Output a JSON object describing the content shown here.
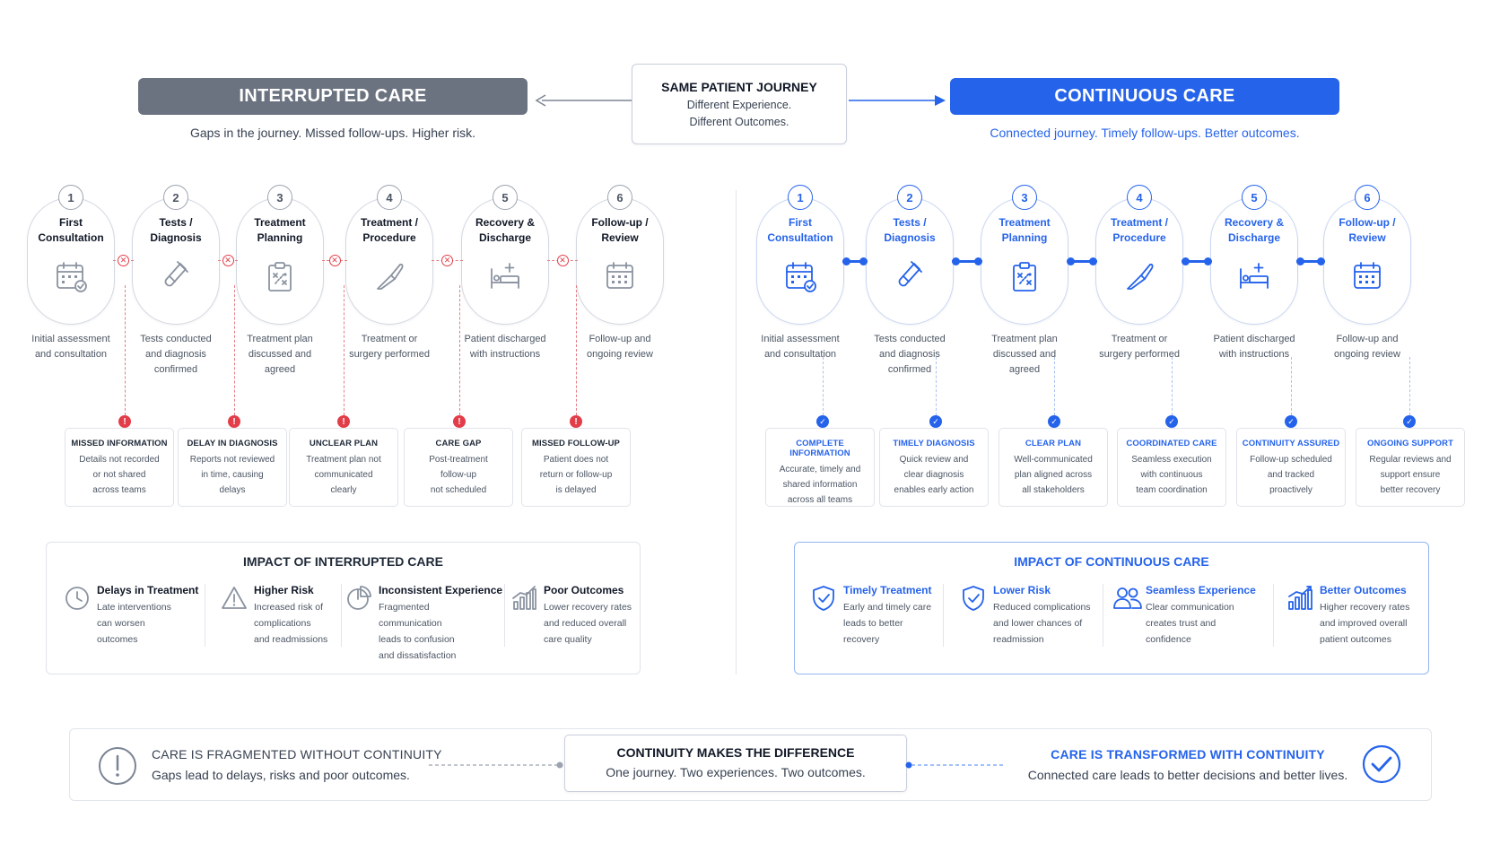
{
  "header": {
    "left_title": "INTERRUPTED CARE",
    "left_subtitle": "Gaps in the journey. Missed follow-ups. Higher risk.",
    "center_title": "SAME PATIENT JOURNEY",
    "center_line1": "Different Experience.",
    "center_line2": "Different Outcomes.",
    "right_title": "CONTINUOUS CARE",
    "right_subtitle": "Connected journey. Timely follow-ups. Better outcomes."
  },
  "colors": {
    "gray_header": "#6b7280",
    "blue_accent": "#2563eb",
    "red_alert": "#e23d49",
    "text_dark": "#1f2937"
  },
  "left_steps": [
    {
      "num": "1",
      "line1": "First",
      "line2": "Consultation",
      "icon": "calendar-check-icon",
      "desc1": "Initial assessment",
      "desc2": "and consultation",
      "desc3": ""
    },
    {
      "num": "2",
      "line1": "Tests /",
      "line2": "Diagnosis",
      "icon": "test-tube-icon",
      "desc1": "Tests conducted",
      "desc2": "and diagnosis",
      "desc3": "confirmed"
    },
    {
      "num": "3",
      "line1": "Treatment",
      "line2": "Planning",
      "icon": "clipboard-plan-icon",
      "desc1": "Treatment plan",
      "desc2": "discussed and",
      "desc3": "agreed"
    },
    {
      "num": "4",
      "line1": "Treatment /",
      "line2": "Procedure",
      "icon": "scalpel-icon",
      "desc1": "Treatment or",
      "desc2": "surgery performed",
      "desc3": ""
    },
    {
      "num": "5",
      "line1": "Recovery &",
      "line2": "Discharge",
      "icon": "hospital-bed-icon",
      "desc1": "Patient discharged",
      "desc2": "with instructions",
      "desc3": ""
    },
    {
      "num": "6",
      "line1": "Follow-up /",
      "line2": "Review",
      "icon": "calendar-icon",
      "desc1": "Follow-up and",
      "desc2": "ongoing review",
      "desc3": ""
    }
  ],
  "right_steps": [
    {
      "num": "1",
      "line1": "First",
      "line2": "Consultation",
      "icon": "calendar-check-icon",
      "desc1": "Initial assessment",
      "desc2": "and consultation",
      "desc3": ""
    },
    {
      "num": "2",
      "line1": "Tests /",
      "line2": "Diagnosis",
      "icon": "test-tube-icon",
      "desc1": "Tests conducted",
      "desc2": "and diagnosis",
      "desc3": "confirmed"
    },
    {
      "num": "3",
      "line1": "Treatment",
      "line2": "Planning",
      "icon": "clipboard-plan-icon",
      "desc1": "Treatment plan",
      "desc2": "discussed and",
      "desc3": "agreed"
    },
    {
      "num": "4",
      "line1": "Treatment /",
      "line2": "Procedure",
      "icon": "scalpel-icon",
      "desc1": "Treatment or",
      "desc2": "surgery performed",
      "desc3": ""
    },
    {
      "num": "5",
      "line1": "Recovery &",
      "line2": "Discharge",
      "icon": "hospital-bed-icon",
      "desc1": "Patient discharged",
      "desc2": "with instructions",
      "desc3": ""
    },
    {
      "num": "6",
      "line1": "Follow-up /",
      "line2": "Review",
      "icon": "calendar-icon",
      "desc1": "Follow-up and",
      "desc2": "ongoing review",
      "desc3": ""
    }
  ],
  "left_cards": [
    {
      "title": "MISSED INFORMATION",
      "l1": "Details not recorded",
      "l2": "or not shared",
      "l3": "across teams"
    },
    {
      "title": "DELAY IN DIAGNOSIS",
      "l1": "Reports not reviewed",
      "l2": "in time, causing",
      "l3": "delays"
    },
    {
      "title": "UNCLEAR PLAN",
      "l1": "Treatment plan not",
      "l2": "communicated",
      "l3": "clearly"
    },
    {
      "title": "CARE GAP",
      "l1": "Post-treatment",
      "l2": "follow-up",
      "l3": "not scheduled"
    },
    {
      "title": "MISSED FOLLOW-UP",
      "l1": "Patient does not",
      "l2": "return or follow-up",
      "l3": "is delayed"
    }
  ],
  "right_cards": [
    {
      "title": "COMPLETE INFORMATION",
      "l1": "Accurate, timely and",
      "l2": "shared information",
      "l3": "across all teams"
    },
    {
      "title": "TIMELY DIAGNOSIS",
      "l1": "Quick review and",
      "l2": "clear diagnosis",
      "l3": "enables early action"
    },
    {
      "title": "CLEAR PLAN",
      "l1": "Well-communicated",
      "l2": "plan aligned across",
      "l3": "all stakeholders"
    },
    {
      "title": "COORDINATED CARE",
      "l1": "Seamless execution",
      "l2": "with continuous",
      "l3": "team coordination"
    },
    {
      "title": "CONTINUITY ASSURED",
      "l1": "Follow-up scheduled",
      "l2": "and tracked",
      "l3": "proactively"
    },
    {
      "title": "ONGOING SUPPORT",
      "l1": "Regular reviews and",
      "l2": "support ensure",
      "l3": "better recovery"
    }
  ],
  "left_impact": {
    "title": "IMPACT OF INTERRUPTED CARE",
    "items": [
      {
        "icon": "clock-icon",
        "head": "Delays in Treatment",
        "l1": "Late interventions",
        "l2": "can worsen",
        "l3": "outcomes"
      },
      {
        "icon": "warning-icon",
        "head": "Higher Risk",
        "l1": "Increased risk of",
        "l2": "complications",
        "l3": "and readmissions"
      },
      {
        "icon": "pie-chart-icon",
        "head": "Inconsistent Experience",
        "l1": "Fragmented communication",
        "l2": "leads to confusion",
        "l3": "and dissatisfaction"
      },
      {
        "icon": "bar-chart-icon",
        "head": "Poor Outcomes",
        "l1": "Lower recovery rates",
        "l2": "and reduced overall",
        "l3": "care quality"
      }
    ]
  },
  "right_impact": {
    "title": "IMPACT OF CONTINUOUS CARE",
    "items": [
      {
        "icon": "shield-check-icon",
        "head": "Timely Treatment",
        "l1": "Early and timely care",
        "l2": "leads to better",
        "l3": "recovery"
      },
      {
        "icon": "shield-check-icon",
        "head": "Lower Risk",
        "l1": "Reduced complications",
        "l2": "and lower chances of",
        "l3": "readmission"
      },
      {
        "icon": "users-icon",
        "head": "Seamless Experience",
        "l1": "Clear communication",
        "l2": "creates trust and",
        "l3": "confidence"
      },
      {
        "icon": "growth-chart-icon",
        "head": "Better Outcomes",
        "l1": "Higher recovery rates",
        "l2": "and improved overall",
        "l3": "patient outcomes"
      }
    ]
  },
  "footer": {
    "left_title": "CARE IS FRAGMENTED WITHOUT CONTINUITY",
    "left_sub": "Gaps lead to delays, risks and poor outcomes.",
    "center_title": "CONTINUITY MAKES THE DIFFERENCE",
    "center_sub": "One journey. Two experiences. Two outcomes.",
    "right_title": "CARE IS TRANSFORMED WITH CONTINUITY",
    "right_sub": "Connected care leads to better decisions and better lives."
  }
}
